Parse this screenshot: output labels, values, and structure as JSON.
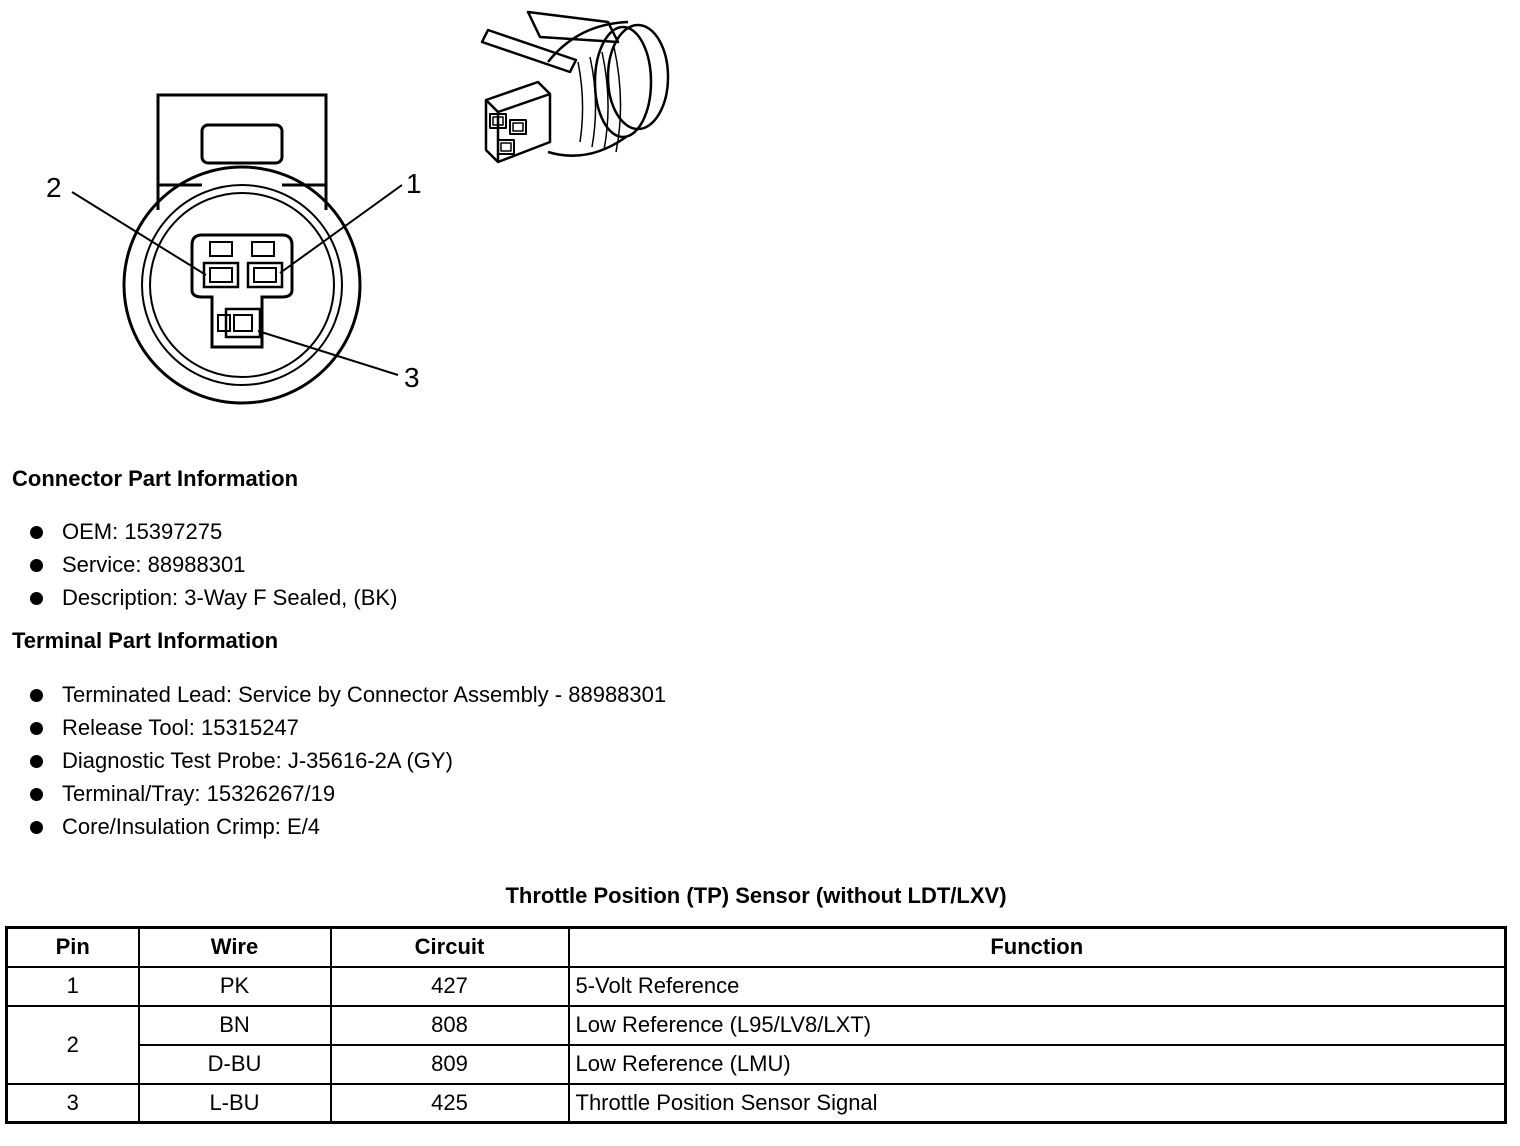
{
  "diagram": {
    "pin_labels": [
      "1",
      "2",
      "3"
    ]
  },
  "connector_section": {
    "heading": "Connector Part Information",
    "items": [
      "OEM: 15397275",
      "Service: 88988301",
      "Description: 3-Way F Sealed, (BK)"
    ]
  },
  "terminal_section": {
    "heading": "Terminal Part Information",
    "items": [
      "Terminated Lead: Service by Connector Assembly - 88988301",
      "Release Tool: 15315247",
      "Diagnostic Test Probe: J-35616-2A (GY)",
      "Terminal/Tray: 15326267/19",
      "Core/Insulation Crimp: E/4"
    ]
  },
  "table": {
    "title": "Throttle Position (TP) Sensor (without LDT/LXV)",
    "headers": [
      "Pin",
      "Wire",
      "Circuit",
      "Function"
    ],
    "rows": [
      {
        "pin": "1",
        "wire": "PK",
        "circuit": "427",
        "function": "5-Volt Reference"
      },
      {
        "pin": "2",
        "wire": "BN",
        "circuit": "808",
        "function": "Low Reference (L95/LV8/LXT)"
      },
      {
        "pin": "",
        "wire": "D-BU",
        "circuit": "809",
        "function": "Low Reference (LMU)"
      },
      {
        "pin": "3",
        "wire": "L-BU",
        "circuit": "425",
        "function": "Throttle Position Sensor Signal"
      }
    ]
  }
}
